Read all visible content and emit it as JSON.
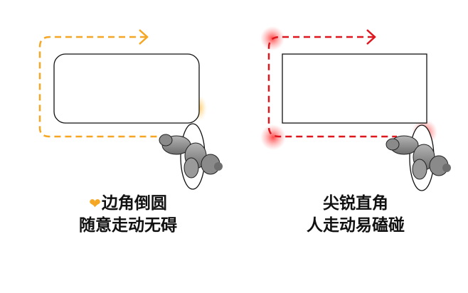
{
  "panels": {
    "left": {
      "line1": "边角倒圆",
      "line2": "随意走动无碍",
      "marker": "heart-icon",
      "path_color": "#f5a623",
      "corner_style": "rounded"
    },
    "right": {
      "line1": "尖锐直角",
      "line2": "人走动易磕碰",
      "path_color": "#e0161e",
      "corner_style": "sharp",
      "hazard_glow_color": "#ff3b3b"
    }
  },
  "colors": {
    "heart": "#f5a623",
    "outline": "#111111",
    "person_fill": "#8a8a8a"
  }
}
